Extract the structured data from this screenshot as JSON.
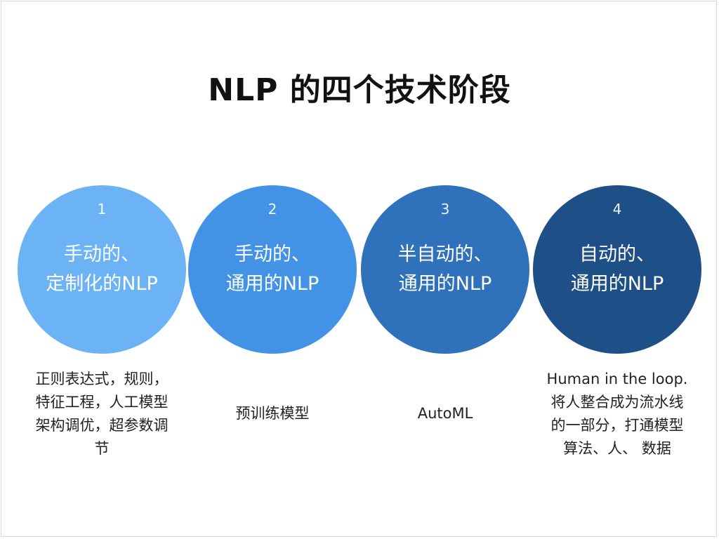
{
  "title": "NLP 的四个技术阶段",
  "stages": [
    {
      "number": "1",
      "label_lines": [
        "手动的、",
        "定制化的NLP"
      ],
      "desc_lines": [
        "正则表达式，规则，",
        "特征工程，人工模型",
        "架构调优，超参数调",
        "节"
      ]
    },
    {
      "number": "2",
      "label_lines": [
        "手动的、",
        "通用的NLP"
      ],
      "desc_lines": [
        "预训练模型"
      ]
    },
    {
      "number": "3",
      "label_lines": [
        "半自动的、",
        "通用的NLP"
      ],
      "desc_lines": [
        "AutoML"
      ]
    },
    {
      "number": "4",
      "label_lines": [
        "自动的、",
        "通用的NLP"
      ],
      "desc_lines": [
        "Human in the loop.",
        "将人整合成为流水线",
        "的一部分，打通模型",
        "算法、人、 数据"
      ]
    }
  ],
  "colors": {
    "stage1": "#6bb3f5",
    "stage2": "#4293e6",
    "stage3": "#2f71ba",
    "stage4": "#1f4f87"
  }
}
